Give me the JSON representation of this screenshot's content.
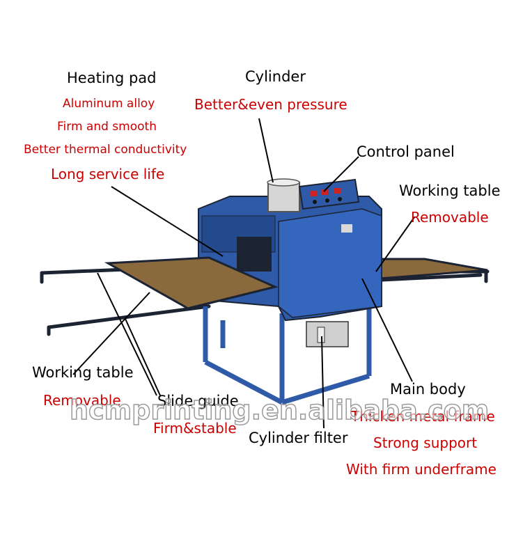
{
  "colors": {
    "machine_blue": "#2f5aa8",
    "table_brown": "#8a6a3c",
    "frame_dark": "#1c2333",
    "red_text": "#cc0000",
    "black_text": "#000000"
  },
  "labels": {
    "heating_pad": {
      "title": "Heating pad",
      "features": [
        "Aluminum alloy",
        "Firm and smooth",
        "Better thermal conductivity",
        "Long service life"
      ]
    },
    "cylinder": {
      "title": "Cylinder",
      "features": [
        "Better&even pressure"
      ]
    },
    "control_panel": {
      "title": "Control panel"
    },
    "working_table_right": {
      "title": "Working table",
      "features": [
        "Removable"
      ]
    },
    "working_table_left": {
      "title": "Working table",
      "features": [
        "Removable"
      ]
    },
    "slide_guide": {
      "title": "Slide guide",
      "features": [
        "Firm&stable"
      ]
    },
    "cylinder_filter": {
      "title": "Cylinder filter"
    },
    "main_body": {
      "title": "Main body",
      "features": [
        "Thicken metal frame",
        "Strong support",
        "With firm underframe"
      ]
    }
  },
  "watermark": "hcmprinting.en.alibaba.com"
}
